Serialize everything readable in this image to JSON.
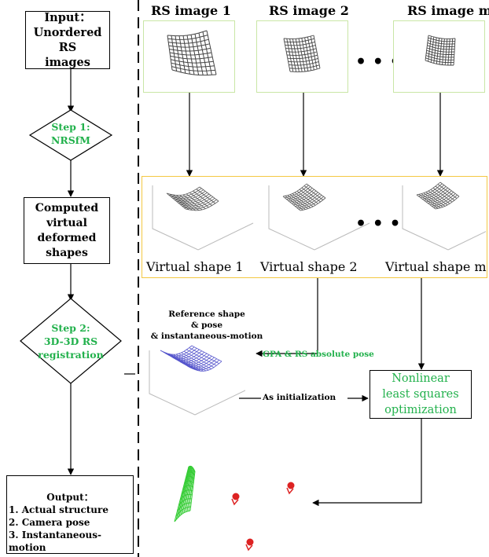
{
  "flow": {
    "input": "Input：\nUnordered RS\nimages",
    "step1": "Step 1:\nNRSfM",
    "computed": "Computed\nvirtual\ndeformed\nshapes",
    "step2": "Step 2:\n3D-3D RS\nregistration",
    "output_title": "Output：",
    "output_items": [
      "1. Actual structure",
      "2. Camera pose",
      "3. Instantaneous-motion"
    ]
  },
  "images": {
    "labels": [
      "RS image 1",
      "RS image 2",
      "RS image m"
    ],
    "ellipsis": "• • •"
  },
  "shapes": {
    "labels": [
      "Virtual shape 1",
      "Virtual shape 2",
      "Virtual shape m"
    ],
    "ellipsis": "• • •"
  },
  "reference": {
    "caption": "Reference shape\n& pose\n& instantaneous-motion",
    "gpa": "GPA & RS absolute pose",
    "init": "As initialization"
  },
  "optimization": {
    "label": "Nonlinear\nleast squares\noptimization"
  },
  "colors": {
    "green": "#22b14c",
    "mesh_blue": "#5555cc",
    "mesh_green": "#33cc33",
    "camera_red": "#dd2222",
    "image_border": "#c9e6a6",
    "shape_border": "#f4c842"
  }
}
